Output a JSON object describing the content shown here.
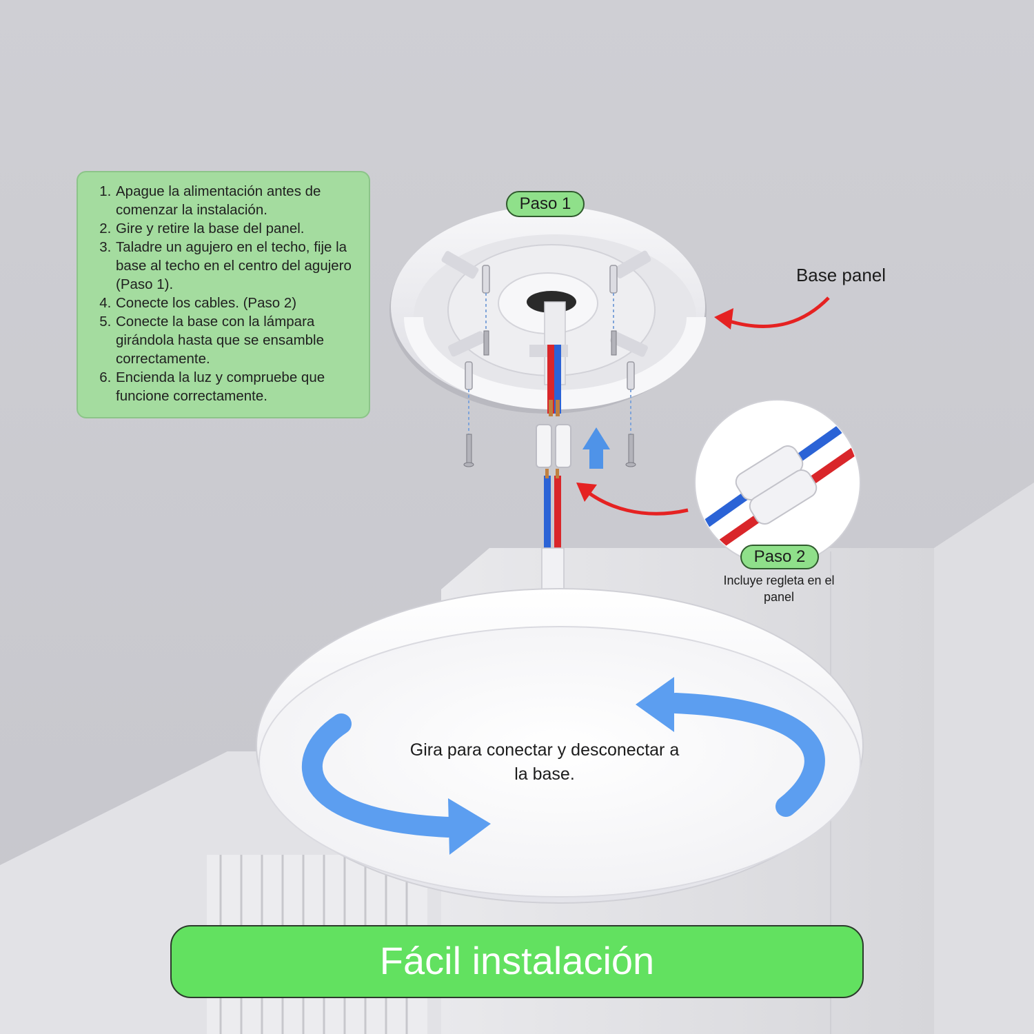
{
  "instructions": [
    "Apague la alimentación antes de comenzar la instalación.",
    "Gire y retire la base del panel.",
    "Taladre un agujero en el techo, fije la base al techo en el centro del agujero (Paso 1).",
    "Conecte los cables. (Paso 2)",
    "Conecte la base con la lámpara girándola hasta que se ensamble correctamente.",
    "Encienda la luz y compruebe que funcione correctamente."
  ],
  "step1_label": "Paso 1",
  "step2_label": "Paso 2",
  "step2_note": "Incluye regleta en el panel",
  "base_label": "Base panel",
  "rotate_text": "Gira para conectar y desconectar a la base.",
  "banner_title": "Fácil instalación",
  "colors": {
    "instruction_box": "#a4dc9f",
    "step_pill": "#8fe08a",
    "banner": "#62e160",
    "pointer_arrow": "#e52222",
    "rotate_arrow": "#5c9ef0",
    "wire_red": "#d9262a",
    "wire_blue": "#2b63d6"
  }
}
